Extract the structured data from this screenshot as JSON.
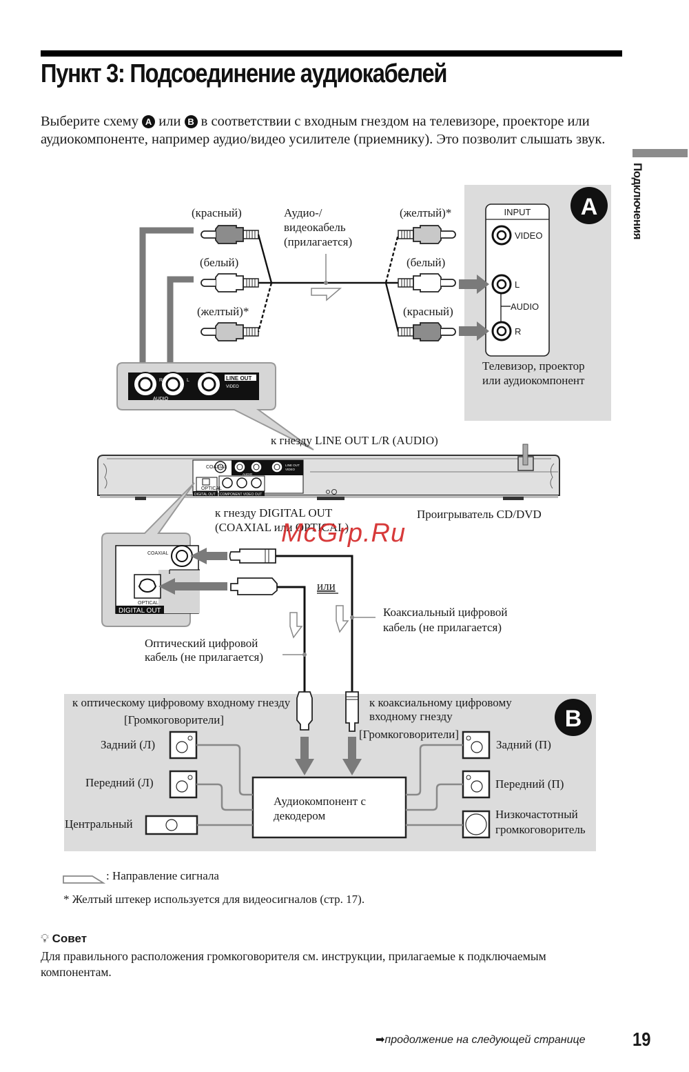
{
  "header": {
    "title": "Пункт 3: Подсоединение аудиокабелей",
    "intro_part1": "Выберите схему ",
    "badge_a": "A",
    "intro_part2": " или ",
    "badge_b": "B",
    "intro_part3": " в соответствии с входным гнездом на телевизоре, проекторе или аудиокомпоненте, например аудио/видео усилителе (приемнику). Это позволит слышать звук."
  },
  "side_tab": {
    "label": "Подключения"
  },
  "diagram_a": {
    "badge": "A",
    "left_plugs": [
      "(красный)",
      "(белый)",
      "(желтый)*"
    ],
    "right_plugs": [
      "(желтый)*",
      "(белый)",
      "(красный)"
    ],
    "cable_label": [
      "Аудио-/",
      "видеокабель",
      "(прилагается)"
    ],
    "tv_panel": {
      "header": "INPUT",
      "video": "VIDEO",
      "left": "L",
      "audio": "AUDIO",
      "right": "R"
    },
    "tv_caption": [
      "Телевизор, проектор",
      "или аудиокомпонент"
    ],
    "player_closeup": {
      "line_out": "LINE OUT",
      "video": "VIDEO",
      "audio": "AUDIO",
      "r": "R",
      "l": "L"
    }
  },
  "player": {
    "line_out_label": "к гнезду LINE OUT L/R (AUDIO)",
    "digital_out_label": [
      "к гнезду DIGITAL OUT",
      "(COAXIAL или OPTICAL)"
    ],
    "device_label": "Проигрыватель CD/DVD",
    "panel_labels": {
      "coaxial": "COAXIAL",
      "optical": "OPTICAL",
      "digital_out": "DIGITAL OUT",
      "component_video_out": "COMPONENT VIDEO OUT",
      "audio": "AUDIO",
      "line_out": "LINE OUT",
      "video": "VIDEO"
    }
  },
  "digital_closeup": {
    "coaxial": "COAXIAL",
    "optical": "OPTICAL",
    "digital_out": "DIGITAL OUT"
  },
  "cables": {
    "or_label": "или",
    "coaxial_cable": [
      "Коаксиальный цифровой",
      "кабель (не прилагается)"
    ],
    "optical_cable": [
      "Оптический цифровой",
      "кабель (не прилагается)"
    ]
  },
  "diagram_b": {
    "badge": "B",
    "optical_input": "к оптическому цифровому входному гнезду",
    "coaxial_input": [
      "к коаксиальному цифровому",
      "входному гнезду"
    ],
    "speakers_left_title": "[Громкоговорители]",
    "speakers_right_title": "[Громкоговорители]",
    "left_speakers": [
      "Задний (Л)",
      "Передний (Л)",
      "Центральный"
    ],
    "right_speakers": [
      "Задний (П)",
      "Передний (П)",
      "Низкочастотный",
      "громкоговоритель"
    ],
    "decoder": [
      "Аудиокомпонент с",
      "декодером"
    ]
  },
  "legend": {
    "signal_direction": ": Направление сигнала"
  },
  "footnote": "*  Желтый штекер используется для видеосигналов (стр. 17).",
  "tip": {
    "heading": "Совет",
    "body": "Для правильного расположения громкоговорителя см. инструкции, прилагаемые к подключаемым компонентам."
  },
  "footer": {
    "continue": "продолжение на следующей странице",
    "page_number": "19"
  },
  "watermark": "McGrp.Ru"
}
